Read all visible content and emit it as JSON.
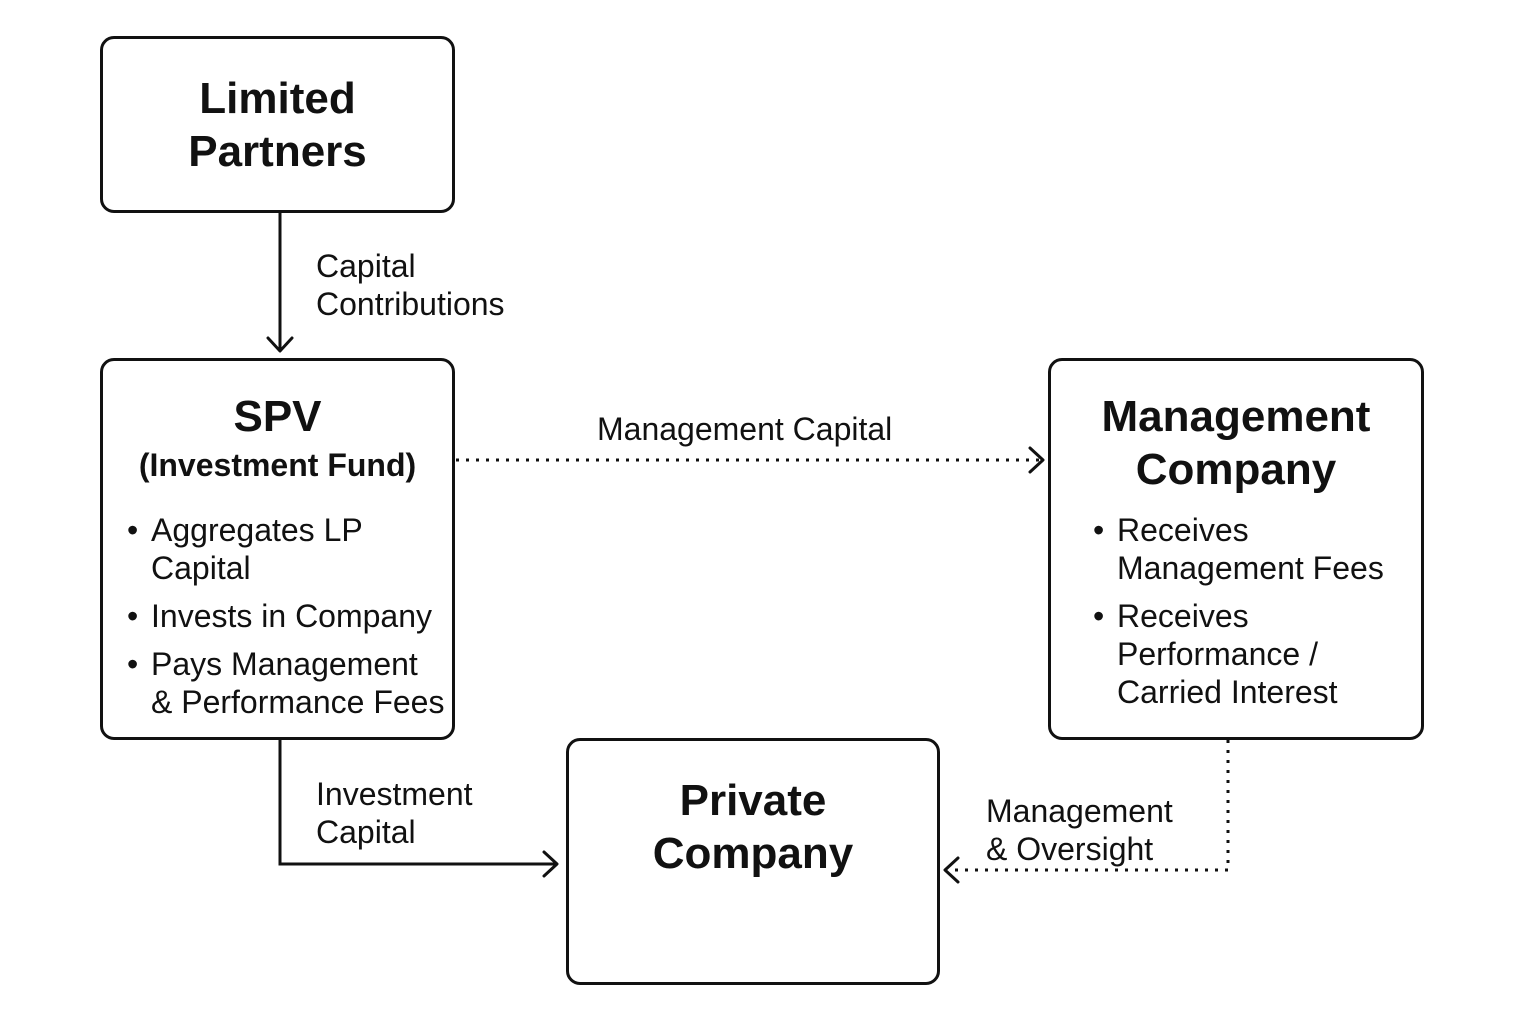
{
  "nodes": {
    "limited_partners": {
      "title_lines": [
        "Limited",
        "Partners"
      ]
    },
    "spv": {
      "title": "SPV",
      "subtitle": "(Investment Fund)",
      "bullets": [
        [
          "Aggregates LP",
          "Capital"
        ],
        [
          "Invests in Company"
        ],
        [
          "Pays Management",
          "& Performance Fees"
        ]
      ]
    },
    "management_company": {
      "title_lines": [
        "Management",
        "Company"
      ],
      "bullets": [
        [
          "Receives",
          "Management Fees"
        ],
        [
          "Receives",
          "Performance /",
          "Carried Interest"
        ]
      ]
    },
    "private_company": {
      "title_lines": [
        "Private",
        "Company"
      ]
    }
  },
  "edges": {
    "lp_to_spv": {
      "label_lines": [
        "Capital",
        "Contributions"
      ],
      "style": "solid"
    },
    "spv_to_management": {
      "label": "Management Capital",
      "style": "dotted"
    },
    "spv_to_private": {
      "label_lines": [
        "Investment",
        "Capital"
      ],
      "style": "solid"
    },
    "management_to_private": {
      "label_lines": [
        "Management",
        "& Oversight"
      ],
      "style": "dotted"
    }
  },
  "colors": {
    "stroke": "#111111",
    "background": "#ffffff"
  }
}
